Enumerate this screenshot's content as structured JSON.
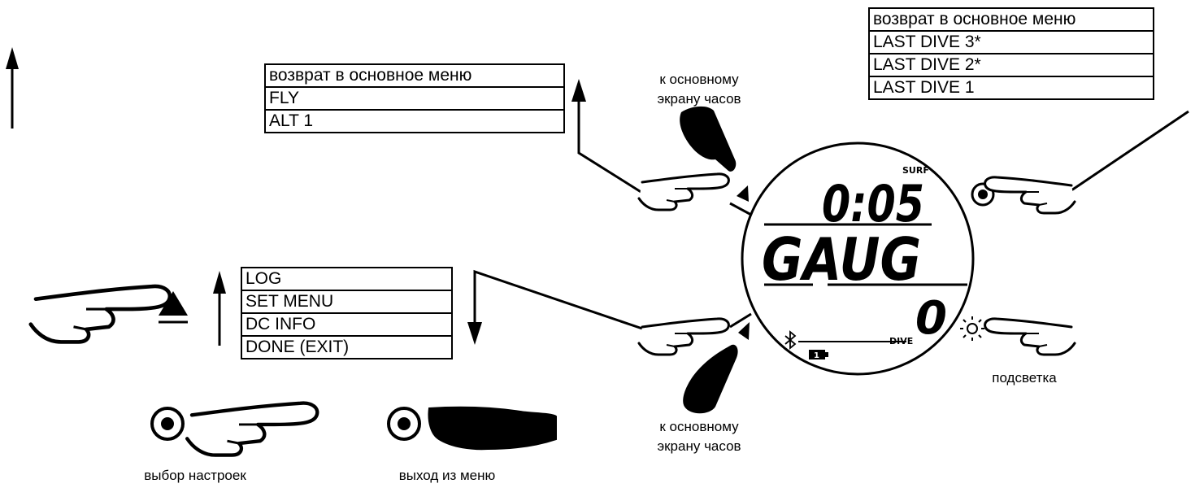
{
  "menus": {
    "top_left": [
      "возврат в основное меню",
      "FLY",
      "ALT 1"
    ],
    "top_right": [
      "возврат в основное меню",
      "LAST DIVE 3*",
      "LAST DIVE 2*",
      "LAST DIVE 1"
    ],
    "main": [
      "LOG",
      "SET MENU",
      "DC INFO",
      "DONE (EXIT)"
    ]
  },
  "captions": {
    "to_main_top": [
      "к основному",
      "экрану часов"
    ],
    "to_main_bottom": [
      "к основному",
      "экрану часов"
    ],
    "backlight": "подсветка",
    "select_settings": "выбор настроек",
    "exit_menu": "выход из меню"
  },
  "display": {
    "surf_label": "SURF",
    "time": "0:05",
    "mode": "GAUG",
    "dive_count": "0",
    "dive_label": "DIVE",
    "battery_glyph": "1"
  },
  "icons": [
    "up-arrow-icon",
    "down-arrow-icon",
    "hand-pointer-icon",
    "triangle-button-icon",
    "circle-button-icon",
    "backlight-sun-icon",
    "bluetooth-icon",
    "battery-icon"
  ]
}
